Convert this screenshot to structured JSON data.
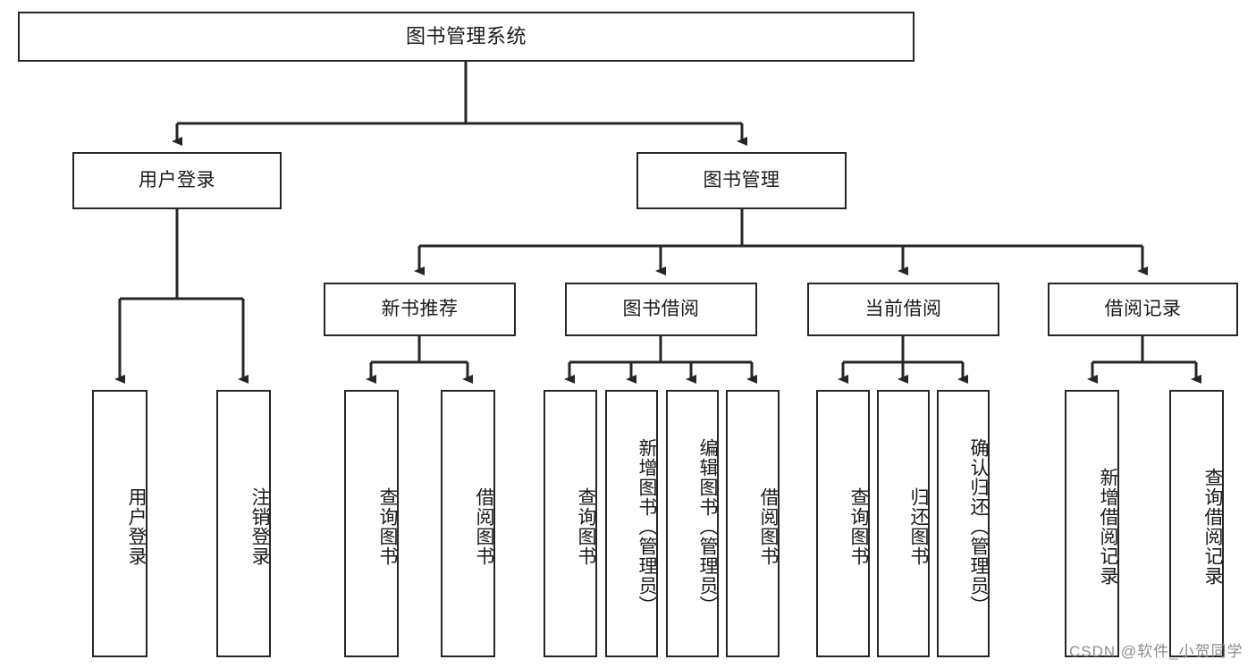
{
  "diagram": {
    "type": "tree",
    "title": "图书管理系统",
    "levels": 3,
    "root": {
      "label": "图书管理系统"
    },
    "level2": [
      {
        "label": "用户登录"
      },
      {
        "label": "图书管理"
      }
    ],
    "level3": [
      {
        "label": "新书推荐"
      },
      {
        "label": "图书借阅"
      },
      {
        "label": "当前借阅"
      },
      {
        "label": "借阅记录"
      }
    ],
    "leaves": {
      "user_login": [
        {
          "label": "用户登录"
        },
        {
          "label": "注销登录"
        }
      ],
      "new_book_recommend": [
        {
          "label": "查询图书"
        },
        {
          "label": "借阅图书"
        }
      ],
      "book_borrow": [
        {
          "label": "查询图书"
        },
        {
          "label": "新增图书（管理员）"
        },
        {
          "label": "编辑图书（管理员）"
        },
        {
          "label": "借阅图书"
        }
      ],
      "current_borrow": [
        {
          "label": "查询图书"
        },
        {
          "label": "归还图书"
        },
        {
          "label": "确认归还（管理员）"
        }
      ],
      "borrow_record": [
        {
          "label": "新增借阅记录"
        },
        {
          "label": "查询借阅记录"
        }
      ]
    }
  },
  "watermark": {
    "text": "CSDN @软件_小贺同学"
  },
  "colors": {
    "background": "#ffffff",
    "node_border": "#262626",
    "node_fill": "#ffffff",
    "edge": "#262626",
    "text": "#1a1a1a",
    "watermark": "#8c8c8c"
  }
}
